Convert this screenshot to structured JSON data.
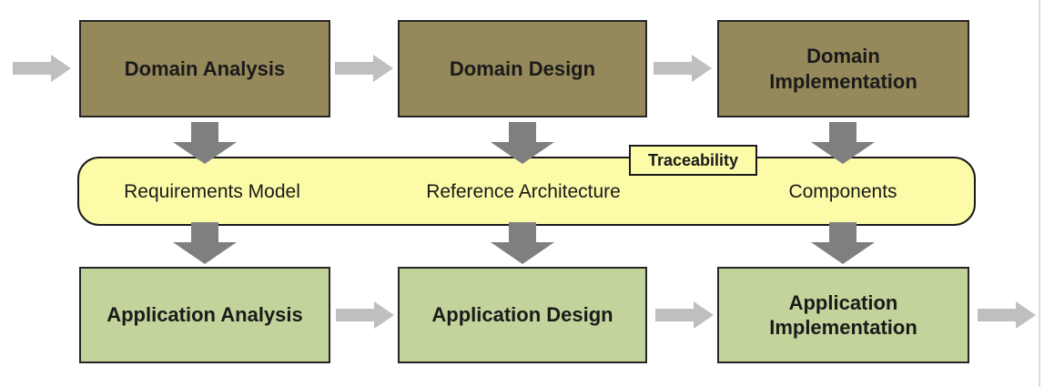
{
  "diagram": {
    "top_row": {
      "boxes": [
        {
          "label": "Domain Analysis"
        },
        {
          "label": "Domain Design"
        },
        {
          "label": "Domain\nImplementation"
        }
      ]
    },
    "middle_band": {
      "tag_label": "Traceability",
      "items": [
        {
          "label": "Requirements Model"
        },
        {
          "label": "Reference Architecture"
        },
        {
          "label": "Components"
        }
      ]
    },
    "bottom_row": {
      "boxes": [
        {
          "label": "Application Analysis"
        },
        {
          "label": "Application Design"
        },
        {
          "label": "Application\nImplementation"
        }
      ]
    }
  },
  "colors": {
    "domain_box_fill": "#95885A",
    "application_box_fill": "#C2D39B",
    "band_fill": "#FBFBA8",
    "box_border": "#262626",
    "down_arrow": "#7F7F7F",
    "horizontal_arrow": "#BFBFBF",
    "text": "#1A1A1A",
    "page_edge_line": "#DCDCDC",
    "background": "#FFFFFF"
  }
}
